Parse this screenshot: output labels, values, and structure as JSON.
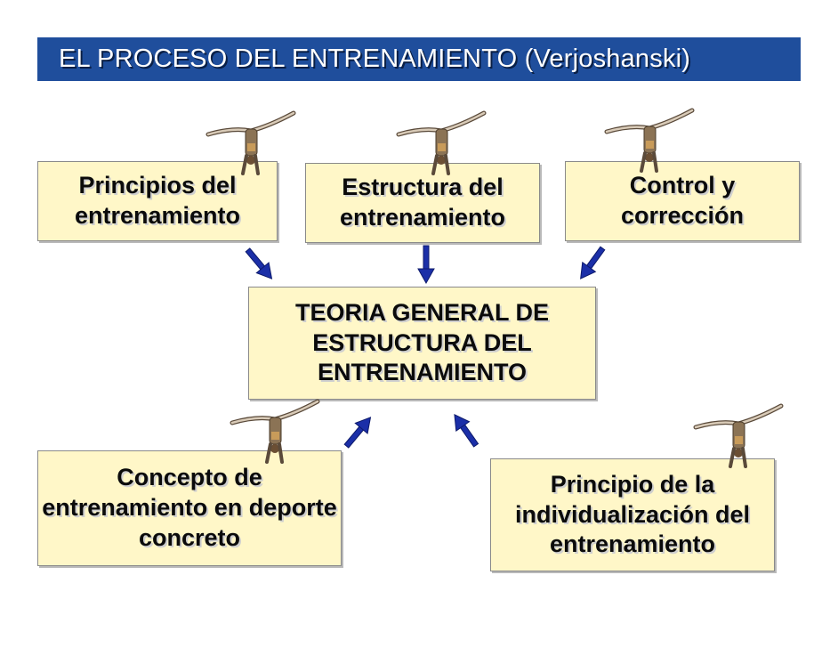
{
  "title": "EL PROCESO DEL ENTRENAMIENTO (Verjoshanski)",
  "boxes": {
    "principios": "Principios del entrenamiento",
    "estructura": "Estructura del entrenamiento",
    "control": "Control y corrección",
    "teoria": "TEORIA GENERAL DE ESTRUCTURA DEL ENTRENAMIENTO",
    "concepto": "Concepto de entrenamiento en deporte concreto",
    "individual": "Principio de la individualización del entrenamiento"
  },
  "icons": {
    "gymnast": "gymnast-handstand-icon",
    "arrow": "arrow-icon"
  },
  "colors": {
    "title_bg": "#1f4e9c",
    "box_bg": "#fff7c8",
    "arrow": "#1b2fa8"
  }
}
